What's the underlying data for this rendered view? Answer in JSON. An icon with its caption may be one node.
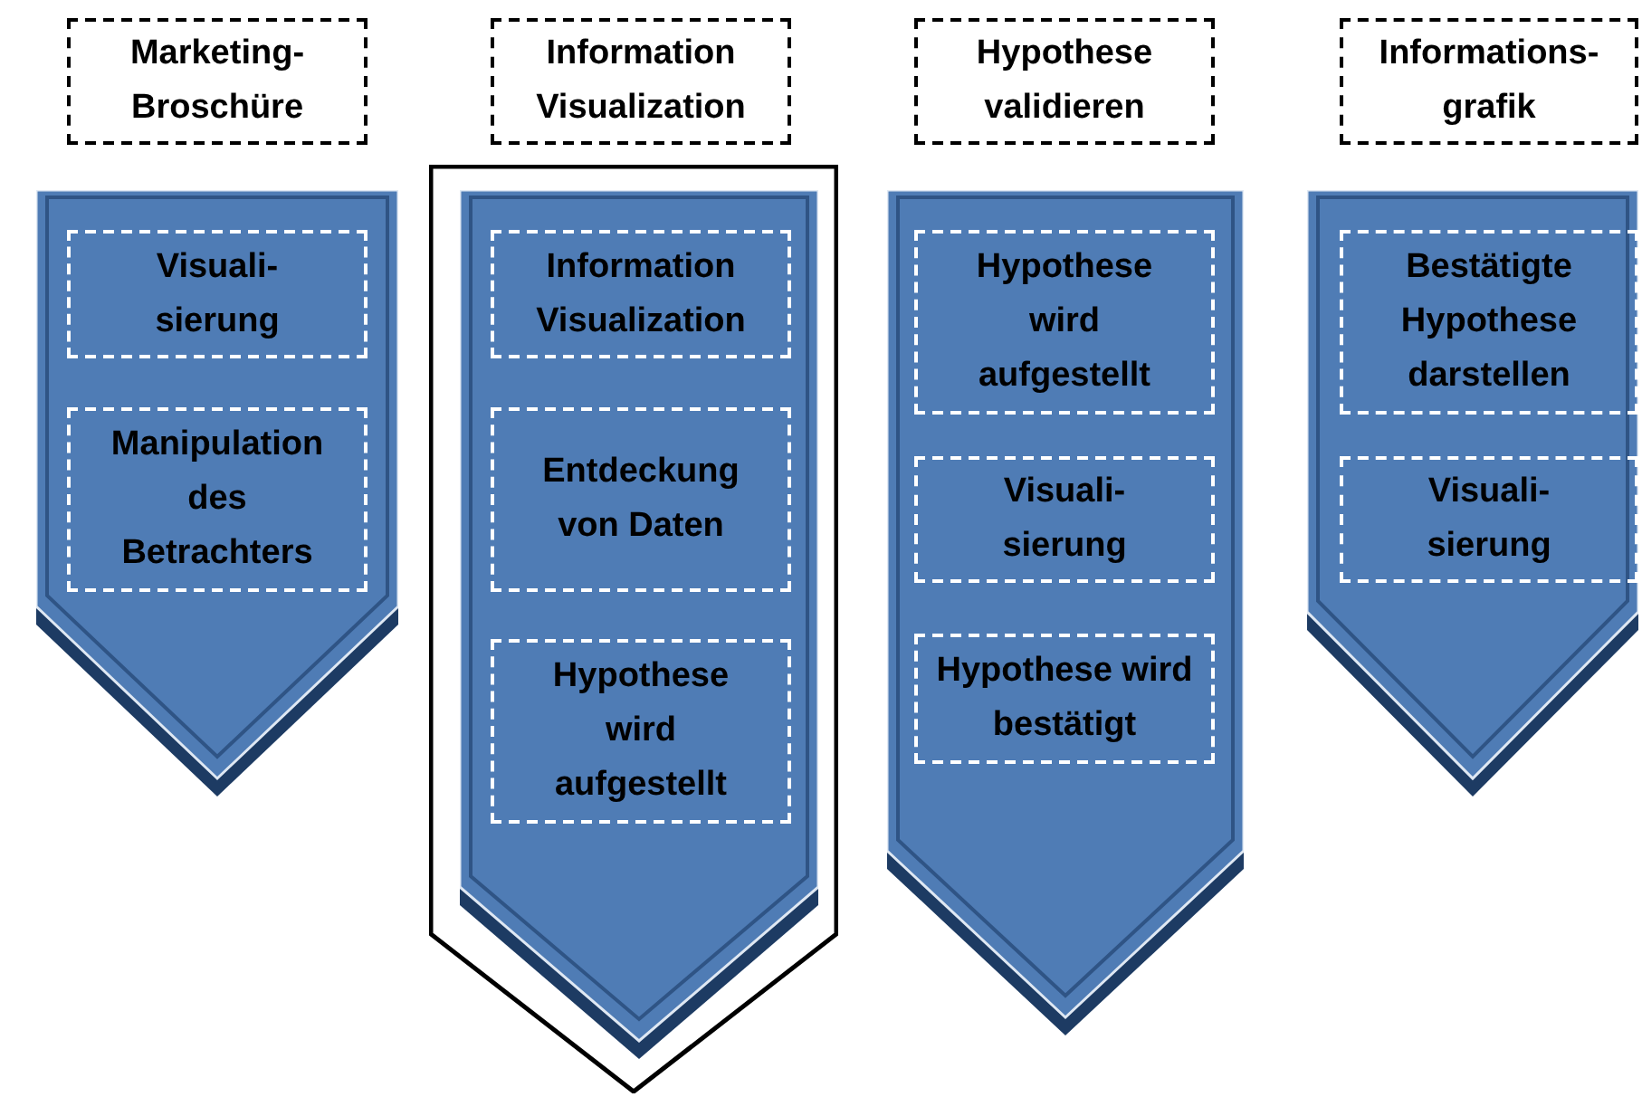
{
  "diagram": {
    "nodes": [
      {
        "text": [
          "Marketing- Broschüre"
        ]
      },
      {
        "text": [],
        "shape": "chevron"
      },
      {
        "text": [
          "Visuali- sierung"
        ],
        "in": 1
      },
      {
        "text": [
          "Manipulation des Betrachters"
        ],
        "in": 1
      },
      {
        "text": [
          "Information Visualization"
        ]
      },
      {
        "text": [],
        "shape": "pentagon"
      },
      {
        "text": [],
        "shape": "chevron",
        "in": 5
      },
      {
        "text": [
          "Information Visualization"
        ],
        "in": 6
      },
      {
        "text": [
          "Entdeckung von Daten"
        ],
        "in": 6
      },
      {
        "text": [
          "Hypothese wird aufgestellt"
        ],
        "in": 6
      },
      {
        "text": [
          "Hypothese validieren"
        ]
      },
      {
        "text": [],
        "shape": "chevron"
      },
      {
        "text": [
          "Hypothese wird aufgestellt"
        ],
        "in": 11
      },
      {
        "text": [
          "Visuali- sierung"
        ],
        "in": 11
      },
      {
        "text": [
          "Hypothese wird bestätigt"
        ],
        "in": 11
      },
      {
        "text": [
          "Informations- grafik"
        ]
      },
      {
        "text": [],
        "shape": "chevron"
      },
      {
        "text": [
          "Bestätigte Hypothese darstellen"
        ],
        "in": 16
      },
      {
        "text": [
          "Visuali- sierung"
        ],
        "in": 16
      }
    ]
  }
}
